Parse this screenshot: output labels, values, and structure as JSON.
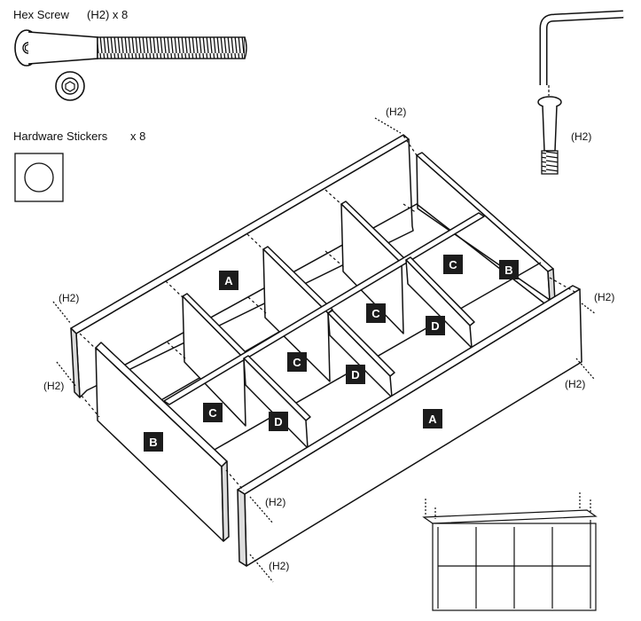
{
  "hardware": {
    "screw_title": "Hex Screw",
    "screw_count": "(H2) x 8",
    "sticker_title": "Hardware Stickers",
    "sticker_count": "x 8",
    "key_label": "(H2)"
  },
  "callouts": {
    "h2": "(H2)"
  },
  "parts": {
    "A": "A",
    "B": "B",
    "C": "C",
    "D": "D"
  },
  "icons": {
    "screw": "hex-screw-icon",
    "screw_head": "hex-socket-head-icon",
    "sticker": "hardware-sticker-icon",
    "allen_key": "allen-key-icon"
  },
  "colors": {
    "line": "#111111",
    "panel": "#ffffff",
    "tag": "#1c1c1c",
    "edge": "#d9d9d9"
  }
}
